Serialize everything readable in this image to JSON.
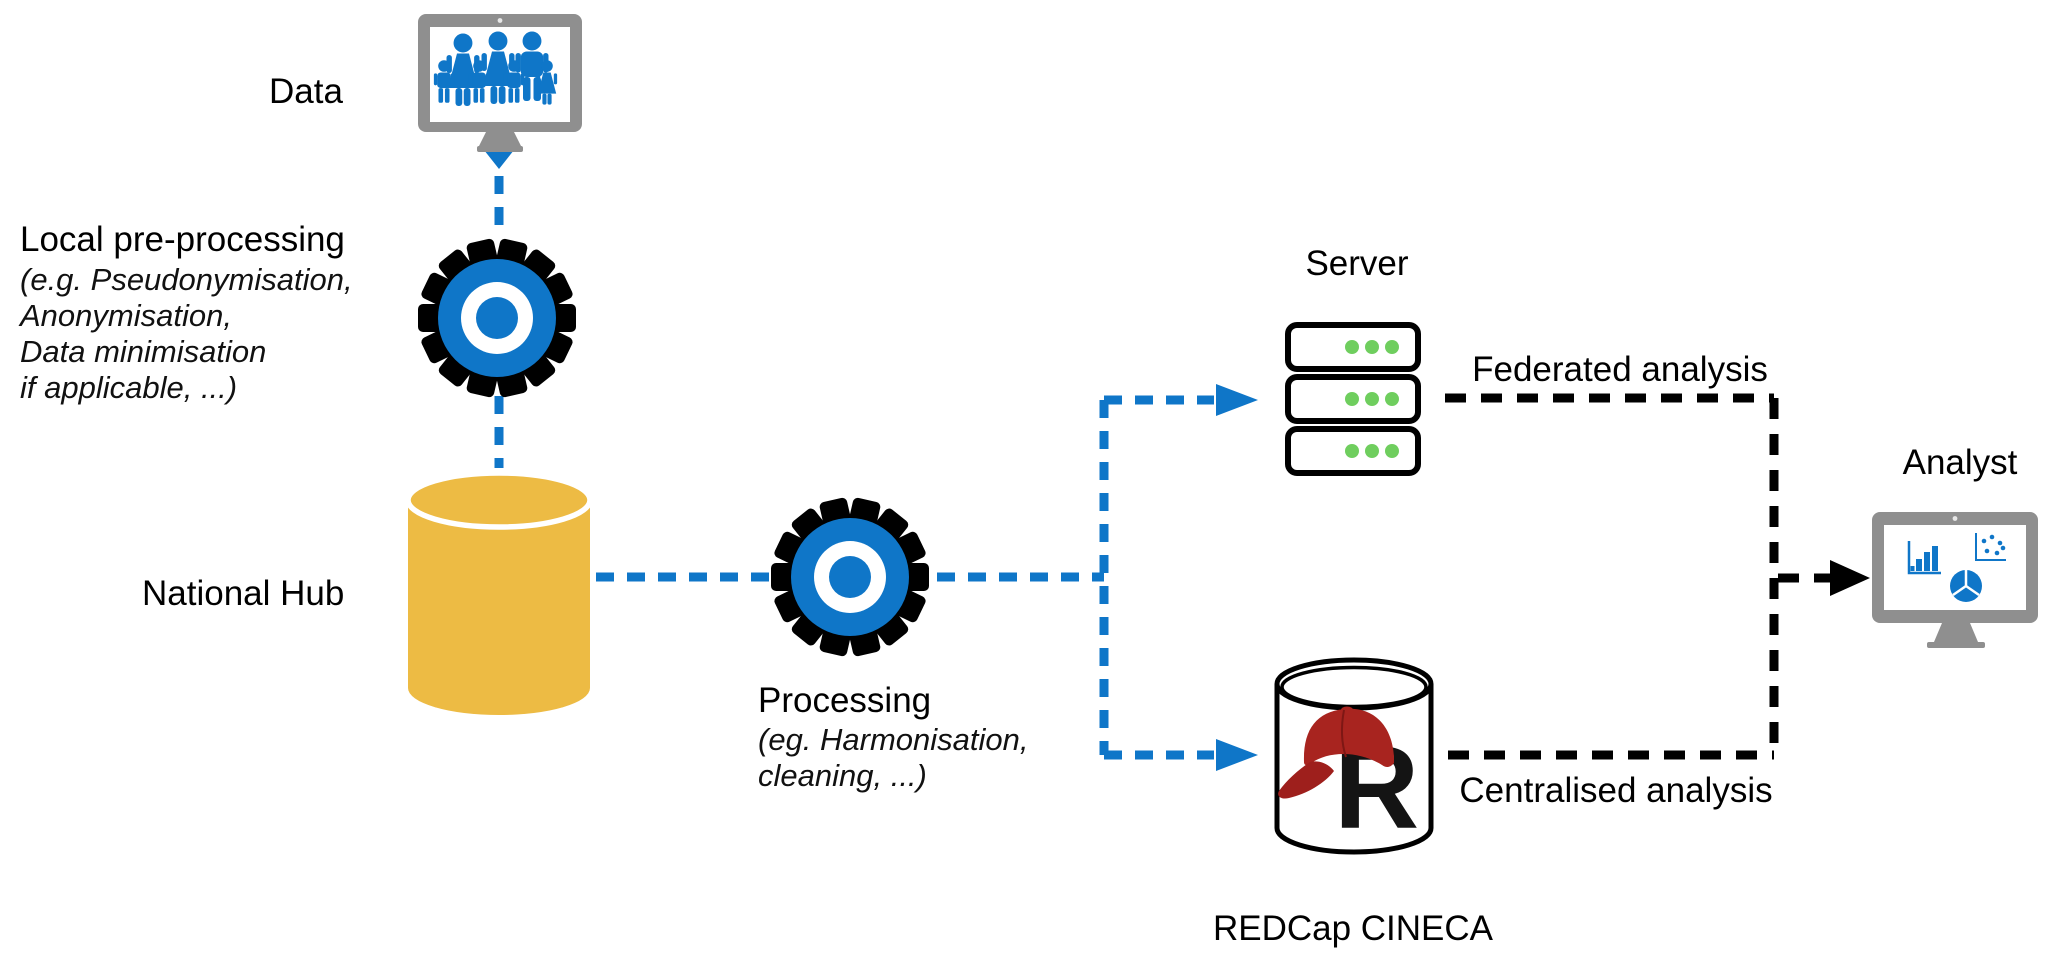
{
  "labels": {
    "data": "Data",
    "local_pre_title": "Local pre-processing",
    "local_pre_lines": [
      "(e.g. Pseudonymisation,",
      "Anonymisation,",
      "Data minimisation",
      "if applicable, ...)"
    ],
    "national_hub": "National Hub",
    "processing_title": "Processing",
    "processing_lines": [
      "(eg. Harmonisation,",
      "cleaning, ...)"
    ],
    "server": "Server",
    "federated_analysis": "Federated analysis",
    "centralised_analysis": "Centralised analysis",
    "analyst": "Analyst",
    "redcap_cineca": "REDCap CINECA",
    "redcap_letter": "R"
  },
  "colors": {
    "flow_blue": "#0F76C8",
    "hub_yellow": "#EDBB44",
    "server_green": "#6FCE5E",
    "monitor_gray": "#8F8F8F",
    "redcap_red": "#A8241F",
    "redcap_brim_red": "#9E1F1C",
    "line_black": "#000000"
  },
  "icons": {
    "data": "monitor-people-icon",
    "local_pre_processing": "gear-icon",
    "national_hub": "database-cylinder-icon",
    "processing": "gear-icon",
    "server": "server-rack-icon",
    "redcap": "redcap-database-icon",
    "analyst": "monitor-charts-icon"
  },
  "edges": [
    {
      "from": "Data",
      "to": "Local pre-processing",
      "style": "blue-dashed-arrow"
    },
    {
      "from": "Local pre-processing",
      "to": "National Hub",
      "style": "blue-dashed"
    },
    {
      "from": "National Hub",
      "to": "Processing",
      "style": "blue-dashed"
    },
    {
      "from": "Processing",
      "to": "Server",
      "style": "blue-dashed-arrow"
    },
    {
      "from": "Processing",
      "to": "REDCap CINECA",
      "style": "blue-dashed-arrow"
    },
    {
      "from": "Server",
      "to": "Analyst",
      "style": "black-dashed-arrow",
      "label": "Federated analysis"
    },
    {
      "from": "REDCap CINECA",
      "to": "Analyst",
      "style": "black-dashed-arrow",
      "label": "Centralised analysis"
    }
  ]
}
